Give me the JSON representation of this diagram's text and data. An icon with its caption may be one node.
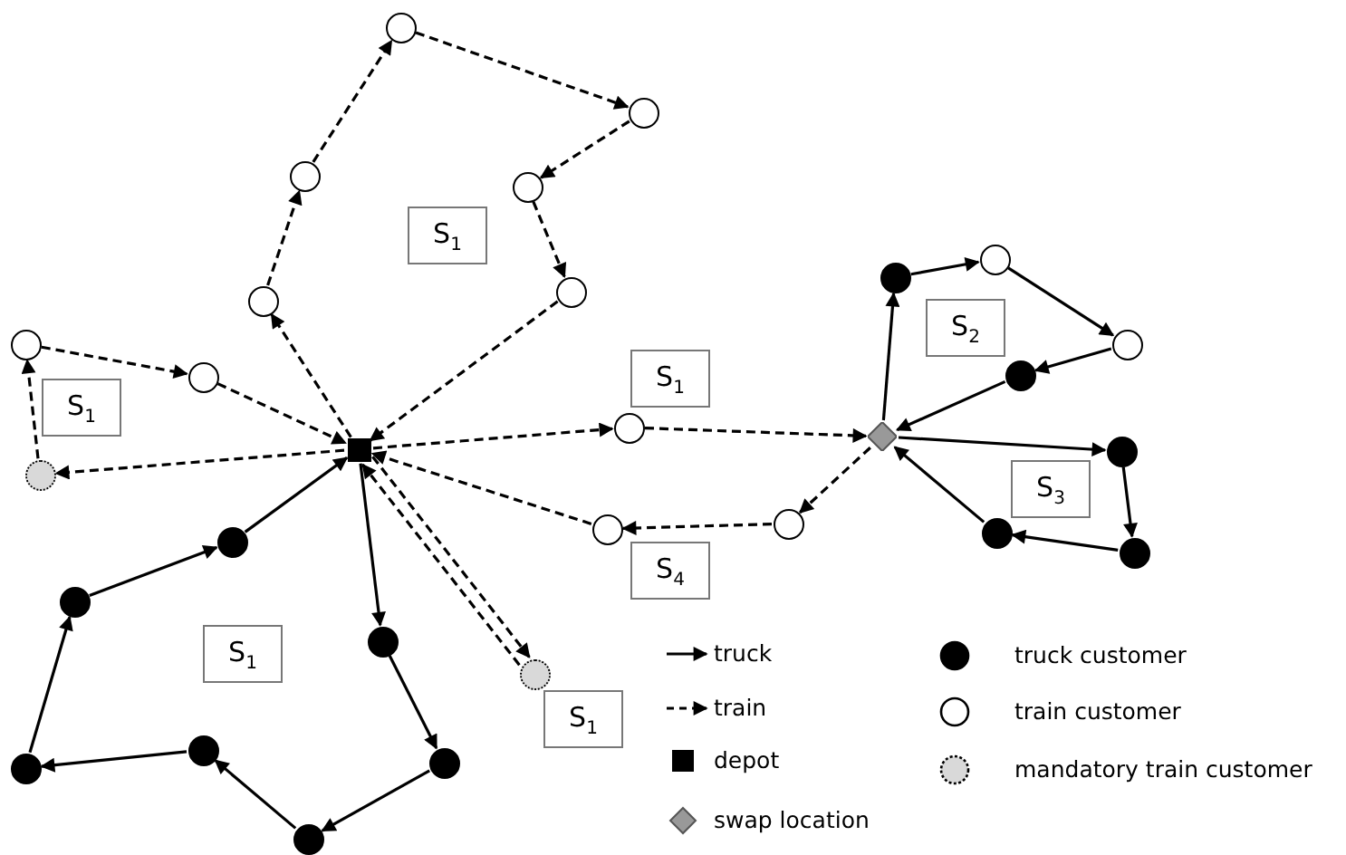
{
  "diagram": {
    "nodes": [
      {
        "text": [],
        "shape": "circle"
      },
      {
        "text": [],
        "shape": "circle"
      },
      {
        "text": [],
        "shape": "circle"
      },
      {
        "text": [],
        "shape": "circle"
      },
      {
        "text": [
          "S$_{1}$"
        ]
      },
      {
        "text": [],
        "shape": "circle"
      },
      {
        "text": [],
        "shape": "circle"
      },
      {
        "text": [],
        "shape": "circle"
      },
      {
        "text": [],
        "shape": "circle"
      },
      {
        "text": [
          "S$_{1}$"
        ]
      },
      {
        "text": [
          "S$_{1}$"
        ]
      },
      {
        "text": [],
        "shape": "dot"
      },
      {
        "text": [],
        "shape": "circle"
      },
      {
        "text": [
          "S$_{2}$"
        ]
      },
      {
        "text": [],
        "shape": "circle"
      },
      {
        "text": [],
        "shape": "dot"
      },
      {
        "text": [],
        "shape": "circle"
      },
      {
        "text": [],
        "shape": "diamond"
      },
      {
        "text": [],
        "shape": "box"
      },
      {
        "text": [],
        "shape": "dotted-circle"
      },
      {
        "text": [],
        "shape": "dot"
      },
      {
        "text": [
          "S$_{3}$"
        ]
      },
      {
        "text": [],
        "shape": "circle"
      },
      {
        "text": [],
        "shape": "circle"
      },
      {
        "text": [],
        "shape": "dot"
      },
      {
        "text": [],
        "shape": "dot"
      },
      {
        "text": [],
        "shape": "dot"
      },
      {
        "text": [
          "S$_{4}$"
        ]
      },
      {
        "text": [],
        "shape": "dot"
      },
      {
        "text": [],
        "shape": "dot"
      },
      {
        "text": [
          "S$_{1}$"
        ]
      },
      {
        "text": [],
        "shape": "dotted-circle"
      },
      {
        "text": [
          "S$_{1}$"
        ]
      },
      {
        "text": [],
        "shape": "dot"
      },
      {
        "text": [],
        "shape": "dot"
      },
      {
        "text": [],
        "shape": "dot"
      },
      {
        "text": [],
        "shape": "dot"
      }
    ],
    "edges": [
      {
        "from": 18,
        "to": 5,
        "arrow": "to",
        "style": "dashed"
      },
      {
        "from": 5,
        "to": 3,
        "arrow": "to",
        "style": "dashed"
      },
      {
        "from": 3,
        "to": 0,
        "arrow": "to",
        "style": "dashed"
      },
      {
        "from": 0,
        "to": 1,
        "arrow": "to",
        "style": "dashed"
      },
      {
        "from": 1,
        "to": 2,
        "arrow": "to",
        "style": "dashed"
      },
      {
        "from": 2,
        "to": 6,
        "arrow": "to",
        "style": "dashed"
      },
      {
        "from": 6,
        "to": 18,
        "arrow": "to",
        "style": "dashed"
      },
      {
        "from": 18,
        "to": 19,
        "arrow": "to",
        "style": "dashed"
      },
      {
        "from": 19,
        "to": 7,
        "arrow": "to",
        "style": "dashed"
      },
      {
        "from": 7,
        "to": 8,
        "arrow": "to",
        "style": "dashed"
      },
      {
        "from": 8,
        "to": 18,
        "arrow": "to",
        "style": "dashed"
      },
      {
        "from": 18,
        "to": 16,
        "arrow": "to",
        "style": "dashed"
      },
      {
        "from": 16,
        "to": 17,
        "arrow": "to",
        "style": "dashed"
      },
      {
        "from": 17,
        "to": 22,
        "arrow": "to",
        "style": "dashed"
      },
      {
        "from": 22,
        "to": 23,
        "arrow": "to",
        "style": "dashed"
      },
      {
        "from": 23,
        "to": 18,
        "arrow": "to",
        "style": "dashed"
      },
      {
        "from": 18,
        "to": 31,
        "arrow": "to",
        "style": "dashed"
      },
      {
        "from": 31,
        "to": 18,
        "arrow": "to",
        "style": "dashed"
      },
      {
        "from": 17,
        "to": 11,
        "arrow": "to"
      },
      {
        "from": 11,
        "to": 12,
        "arrow": "to"
      },
      {
        "from": 12,
        "to": 14,
        "arrow": "to"
      },
      {
        "from": 14,
        "to": 15,
        "arrow": "to"
      },
      {
        "from": 15,
        "to": 17,
        "arrow": "to"
      },
      {
        "from": 17,
        "to": 20,
        "arrow": "to"
      },
      {
        "from": 20,
        "to": 25,
        "arrow": "to"
      },
      {
        "from": 25,
        "to": 26,
        "arrow": "to"
      },
      {
        "from": 26,
        "to": 17,
        "arrow": "to"
      },
      {
        "from": 18,
        "to": 29,
        "arrow": "to"
      },
      {
        "from": 29,
        "to": 34,
        "arrow": "to"
      },
      {
        "from": 34,
        "to": 36,
        "arrow": "to"
      },
      {
        "from": 36,
        "to": 33,
        "arrow": "to"
      },
      {
        "from": 33,
        "to": 35,
        "arrow": "to"
      },
      {
        "from": 35,
        "to": 28,
        "arrow": "to"
      },
      {
        "from": 28,
        "to": 24,
        "arrow": "to"
      },
      {
        "from": 24,
        "to": 18,
        "arrow": "to"
      }
    ],
    "legend": [
      {
        "text": "truck"
      },
      {
        "text": "train"
      },
      {
        "text": "depot"
      },
      {
        "text": "swap location"
      },
      {
        "text": "truck customer"
      },
      {
        "text": "train customer"
      },
      {
        "text": "mandatory train customer"
      }
    ]
  }
}
